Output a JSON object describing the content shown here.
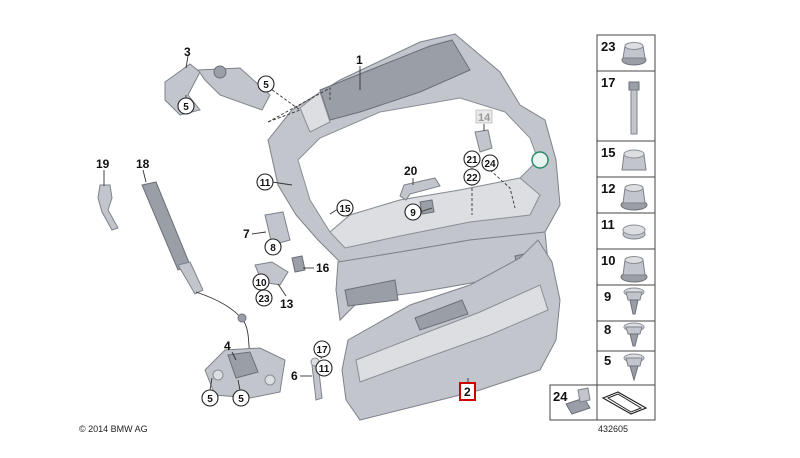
{
  "diagram": {
    "callouts": {
      "c1": "1",
      "c2": "2",
      "c3": "3",
      "c4": "4",
      "c6": "6",
      "c7": "7",
      "c13": "13",
      "c14": "14",
      "c16": "16",
      "c18": "18",
      "c19": "19",
      "c20": "20",
      "circ5a": "5",
      "circ5b": "5",
      "circ5c": "5",
      "circ5d": "5",
      "circ8": "8",
      "circ9": "9",
      "circ10": "10",
      "circ11a": "11",
      "circ11b": "11",
      "circ15": "15",
      "circ17": "17",
      "circ21": "21",
      "circ22": "22",
      "circ23": "23",
      "circ24": "24"
    },
    "sidebar": [
      "23",
      "17",
      "15",
      "12",
      "11",
      "10",
      "9",
      "8",
      "5"
    ],
    "sidebar_bottom": "24",
    "copyright": "© 2014 BMW AG",
    "reference_number": "432605",
    "highlight_color": "#cc0000"
  }
}
